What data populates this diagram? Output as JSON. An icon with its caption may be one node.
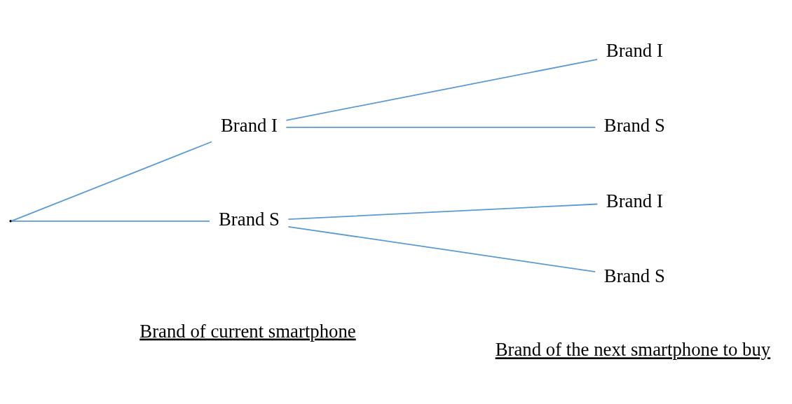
{
  "diagram": {
    "nodes": [
      {
        "text": [],
        "shape": "point"
      },
      {
        "text": [
          "Brand I"
        ]
      },
      {
        "text": [
          "Brand S"
        ]
      },
      {
        "text": [
          "Brand I"
        ]
      },
      {
        "text": [
          "Brand S"
        ]
      },
      {
        "text": [
          "Brand I"
        ]
      },
      {
        "text": [
          "Brand S"
        ]
      }
    ],
    "edges": [
      {
        "from": 0,
        "to": 1,
        "arrow": "none"
      },
      {
        "from": 0,
        "to": 2,
        "arrow": "none"
      },
      {
        "from": 1,
        "to": 3,
        "arrow": "none"
      },
      {
        "from": 1,
        "to": 4,
        "arrow": "none"
      },
      {
        "from": 2,
        "to": 5,
        "arrow": "none"
      },
      {
        "from": 2,
        "to": 6,
        "arrow": "none"
      }
    ],
    "labels": [
      "Brand of current smartphone",
      "Brand of the next smartphone to buy"
    ]
  }
}
